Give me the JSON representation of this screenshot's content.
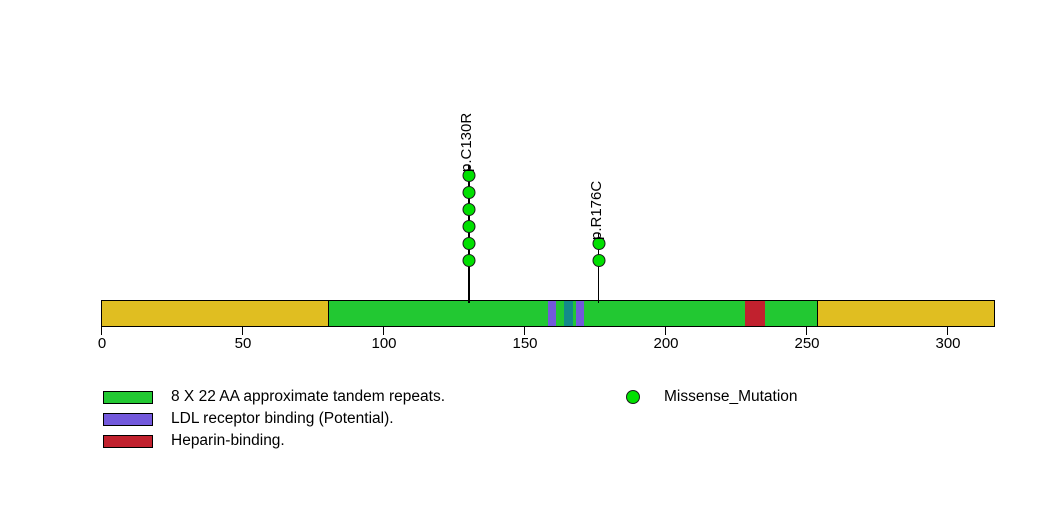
{
  "chart_data": {
    "type": "lollipop",
    "title": "",
    "xlabel": "",
    "ylabel": "",
    "xlim": [
      0,
      317
    ],
    "axis_ticks": [
      0,
      50,
      100,
      150,
      200,
      250,
      300
    ],
    "axis_tick_labels": [
      "0",
      "50",
      "100",
      "150",
      "200",
      "250",
      "300"
    ],
    "protein_length": 317,
    "protein_backbone_color": "#e0be21",
    "domains": [
      {
        "name": "8 X 22 AA approximate tandem repeats.",
        "start": 80,
        "end": 254,
        "color": "#22c832"
      },
      {
        "name": "LDL receptor binding (Potential).",
        "start": 158,
        "end": 161,
        "color": "#7359dc"
      },
      {
        "name": "LDL receptor binding (Potential).",
        "start": 164,
        "end": 167,
        "color": "#138a8a"
      },
      {
        "name": "LDL receptor binding (Potential).",
        "start": 168,
        "end": 171,
        "color": "#7359dc"
      },
      {
        "name": "Heparin-binding.",
        "start": 228,
        "end": 235,
        "color": "#c1212e"
      }
    ],
    "mutations": [
      {
        "label": "p.C130R",
        "position": 130,
        "count": 6,
        "type": "Missense_Mutation",
        "color": "#00e000"
      },
      {
        "label": "p.R176C",
        "position": 176,
        "count": 2,
        "type": "Missense_Mutation",
        "color": "#00e000"
      }
    ]
  },
  "domain_legend": {
    "items": [
      {
        "label": "8 X 22 AA approximate tandem repeats.",
        "color": "#22c832"
      },
      {
        "label": "LDL receptor binding (Potential).",
        "color": "#7359dc"
      },
      {
        "label": "Heparin-binding.",
        "color": "#c1212e"
      }
    ]
  },
  "mutation_legend": {
    "items": [
      {
        "label": "Missense_Mutation",
        "color": "#00e000"
      }
    ]
  }
}
